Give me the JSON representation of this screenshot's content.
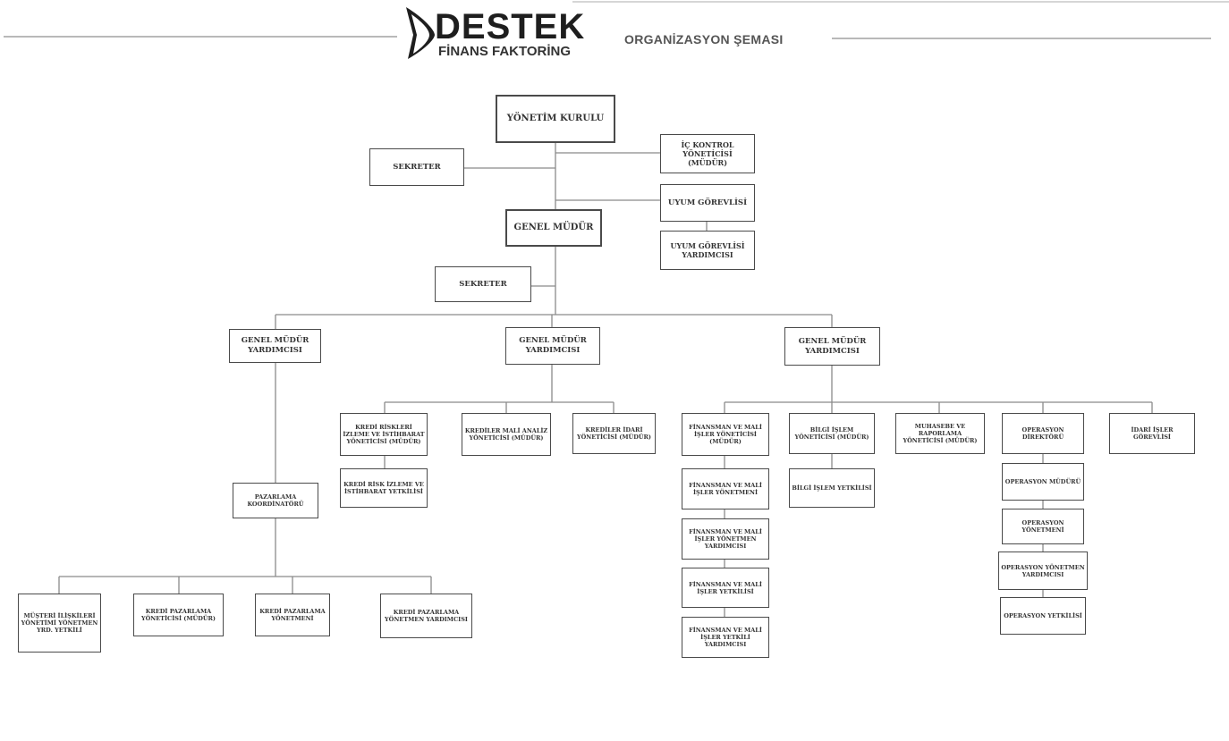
{
  "header": {
    "brand_name": "DESTEK",
    "brand_subtitle": "FİNANS FAKTORİNG",
    "title": "ORGANİZASYON ŞEMASI",
    "brand_color": "#1e1e1e"
  },
  "nodes": {
    "board": "YÖNETİM KURULU",
    "secretary_board": "SEKRETER",
    "internal_control": "İÇ KONTROL YÖNETİCİSİ (MÜDÜR)",
    "compliance_officer": "UYUM GÖREVLİSİ",
    "compliance_assistant": "UYUM GÖREVLİSİ YARDIMCISI",
    "general_manager": "GENEL MÜDÜR",
    "secretary_gm": "SEKRETER",
    "agm_left": "GENEL MÜDÜR YARDIMCISI",
    "agm_center": "GENEL MÜDÜR YARDIMCISI",
    "agm_right": "GENEL MÜDÜR YARDIMCISI",
    "marketing_coordinator": "PAZARLAMA KOORDİNATÖRÜ",
    "marketing_1": "MÜŞTERİ İLİŞKİLERİ YÖNETİMİ YÖNETMEN YRD. YETKİLİ",
    "marketing_2": "KREDİ PAZARLAMA YÖNETİCİSİ (MÜDÜR)",
    "marketing_3": "KREDİ PAZARLAMA YÖNETMENİ",
    "marketing_4": "KREDİ PAZARLAMA YÖNETMEN YARDIMCISI",
    "credit_risk_manager": "KREDİ RİSKLERİ İZLEME VE İSTİHBARAT YÖNETİCİSİ (MÜDÜR)",
    "credit_risk_officer": "KREDİ RİSK İZLEME VE İSTİHBARAT YETKİLİSİ",
    "credit_financial_analysis": "KREDİLER MALİ ANALİZ YÖNETİCİSİ (MÜDÜR)",
    "credit_admin": "KREDİLER İDARİ YÖNETİCİSİ (MÜDÜR)",
    "finance_manager": "FİNANSMAN VE MALİ İŞLER YÖNETİCİSİ (MÜDÜR)",
    "finance_director": "FİNANSMAN VE MALİ İŞLER YÖNETMENİ",
    "finance_director_asst": "FİNANSMAN VE MALİ İŞLER YÖNETMEN YARDIMCISI",
    "finance_officer": "FİNANSMAN VE MALİ İŞLER YETKİLİSİ",
    "finance_officer_asst": "FİNANSMAN VE MALİ İŞLER YETKİLİ YARDIMCISI",
    "it_manager": "BİLGİ İŞLEM YÖNETİCİSİ (MÜDÜR)",
    "it_officer": "BİLGİ İŞLEM YETKİLİSİ",
    "accounting_manager": "MUHASEBE VE RAPORLAMA YÖNETİCİSİ (MÜDÜR)",
    "operations_director": "OPERASYON DİREKTÖRÜ",
    "operations_manager": "OPERASYON MÜDÜRÜ",
    "operations_director_2": "OPERASYON YÖNETMENİ",
    "operations_director_asst": "OPERASYON YÖNETMEN YARDIMCISI",
    "operations_officer": "OPERASYON YETKİLİSİ",
    "admin_affairs": "İDARİ İŞLER GÖREVLİSİ"
  }
}
